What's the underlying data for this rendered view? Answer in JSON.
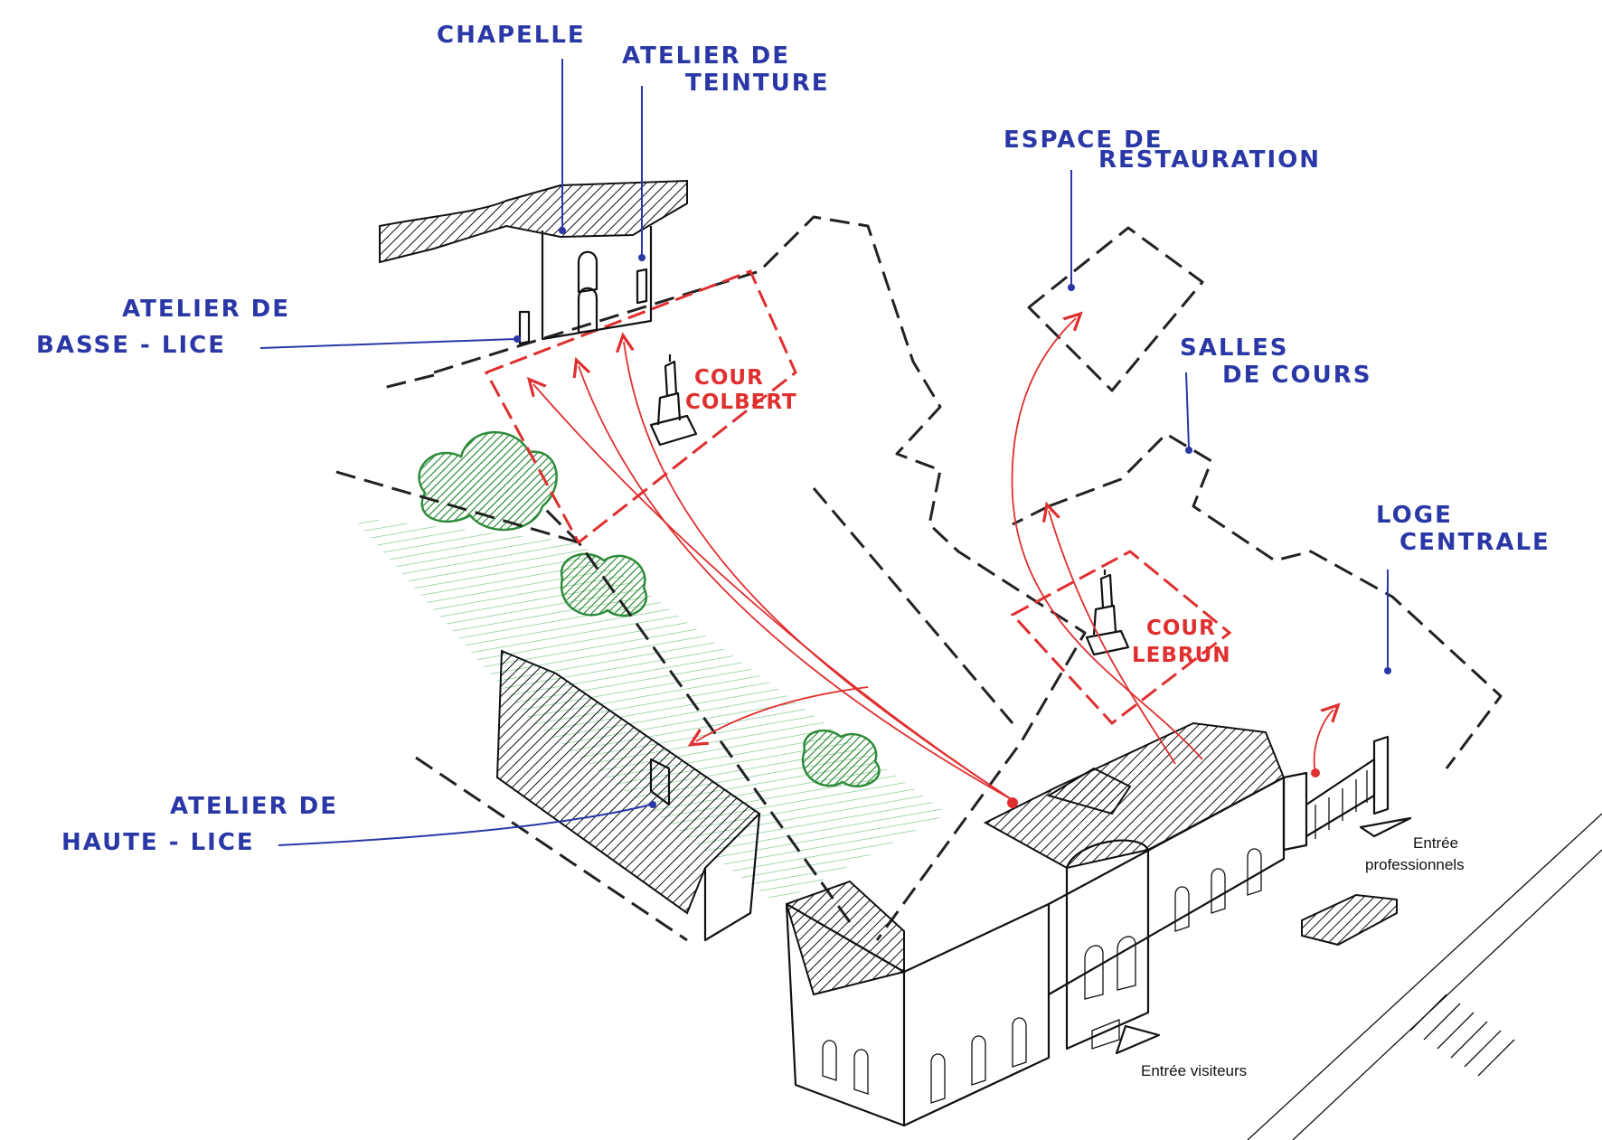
{
  "labels": {
    "chapelle": "CHAPELLE",
    "atelier_teinture_1": "ATELIER DE",
    "atelier_teinture_2": "TEINTURE",
    "espace_restauration_1": "ESPACE DE",
    "espace_restauration_2": "RESTAURATION",
    "atelier_basse_lice_1": "ATELIER DE",
    "atelier_basse_lice_2": "BASSE - LICE",
    "salles_cours_1": "SALLES",
    "salles_cours_2": "DE COURS",
    "loge_centrale_1": "LOGE",
    "loge_centrale_2": "CENTRALE",
    "atelier_haute_lice_1": "ATELIER DE",
    "atelier_haute_lice_2": "HAUTE - LICE",
    "cour_colbert_1": "COUR",
    "cour_colbert_2": "COLBERT",
    "cour_lebrun_1": "COUR",
    "cour_lebrun_2": "LEBRUN",
    "entree_pro_1": "Entrée",
    "entree_pro_2": "professionnels",
    "entree_visiteurs": "Entrée visiteurs"
  },
  "colors": {
    "label_blue": "#2a37a6",
    "courtyard_red": "#e02f2f",
    "garden_green": "#2e8b3a",
    "ink": "#111111"
  }
}
